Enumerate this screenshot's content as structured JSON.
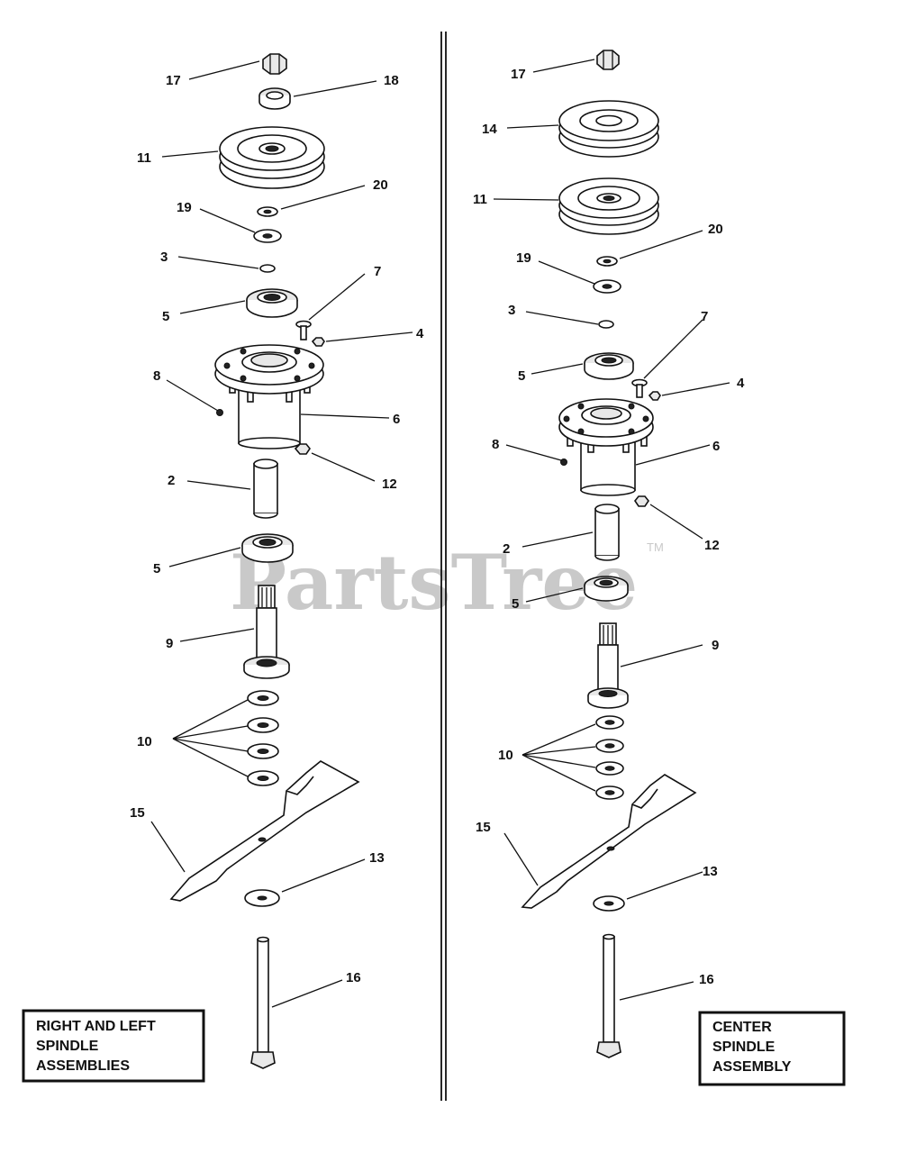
{
  "watermark": {
    "text": "PartsTree",
    "tm": "TM"
  },
  "panels": {
    "left": {
      "title_lines": [
        "RIGHT AND LEFT",
        "SPINDLE",
        "ASSEMBLIES"
      ],
      "callouts": [
        {
          "id": "17",
          "label": "17"
        },
        {
          "id": "18",
          "label": "18"
        },
        {
          "id": "11",
          "label": "11"
        },
        {
          "id": "20",
          "label": "20"
        },
        {
          "id": "19",
          "label": "19"
        },
        {
          "id": "3",
          "label": "3"
        },
        {
          "id": "7",
          "label": "7"
        },
        {
          "id": "5a",
          "label": "5"
        },
        {
          "id": "4",
          "label": "4"
        },
        {
          "id": "8",
          "label": "8"
        },
        {
          "id": "6",
          "label": "6"
        },
        {
          "id": "2",
          "label": "2"
        },
        {
          "id": "12",
          "label": "12"
        },
        {
          "id": "5b",
          "label": "5"
        },
        {
          "id": "9",
          "label": "9"
        },
        {
          "id": "10",
          "label": "10"
        },
        {
          "id": "15",
          "label": "15"
        },
        {
          "id": "13",
          "label": "13"
        },
        {
          "id": "16",
          "label": "16"
        }
      ]
    },
    "right": {
      "title_lines": [
        "CENTER",
        "SPINDLE",
        "ASSEMBLY"
      ],
      "callouts": [
        {
          "id": "17",
          "label": "17"
        },
        {
          "id": "14",
          "label": "14"
        },
        {
          "id": "11",
          "label": "11"
        },
        {
          "id": "20",
          "label": "20"
        },
        {
          "id": "19",
          "label": "19"
        },
        {
          "id": "3",
          "label": "3"
        },
        {
          "id": "7",
          "label": "7"
        },
        {
          "id": "5a",
          "label": "5"
        },
        {
          "id": "4",
          "label": "4"
        },
        {
          "id": "8",
          "label": "8"
        },
        {
          "id": "6",
          "label": "6"
        },
        {
          "id": "2",
          "label": "2"
        },
        {
          "id": "12",
          "label": "12"
        },
        {
          "id": "5b",
          "label": "5"
        },
        {
          "id": "9",
          "label": "9"
        },
        {
          "id": "10",
          "label": "10"
        },
        {
          "id": "15",
          "label": "15"
        },
        {
          "id": "13",
          "label": "13"
        },
        {
          "id": "16",
          "label": "16"
        }
      ]
    }
  }
}
